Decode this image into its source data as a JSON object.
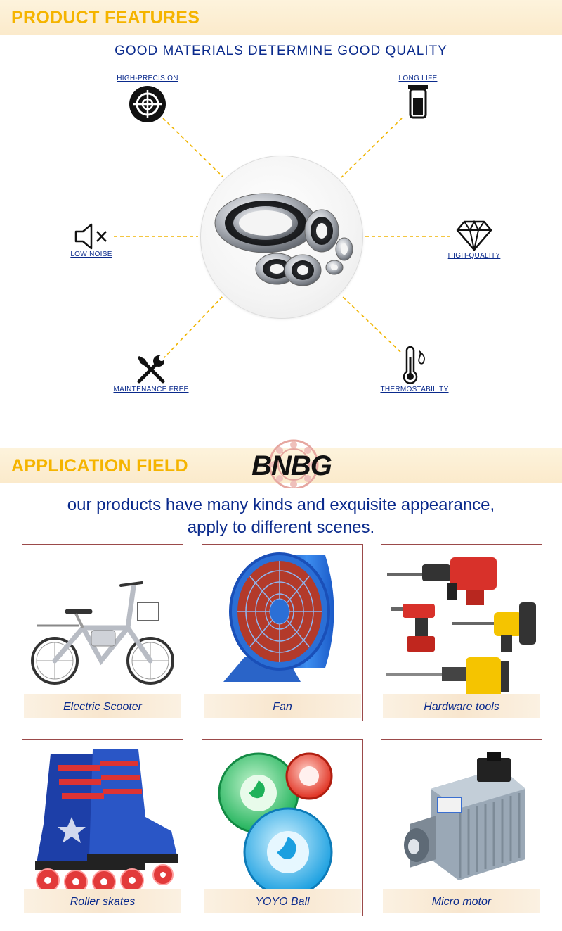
{
  "features_section": {
    "title": "PRODUCT FEATURES",
    "subtitle": "GOOD MATERIALS DETERMINE GOOD QUALITY",
    "features": [
      {
        "label": "HIGH-PRECISION",
        "icon": "crosshair-icon"
      },
      {
        "label": "LONG LIFE",
        "icon": "battery-icon"
      },
      {
        "label": "LOW NOISE",
        "icon": "mute-speaker-icon"
      },
      {
        "label": "HIGH-QUALITY",
        "icon": "diamond-icon"
      },
      {
        "label": "MAINTENANCE FREE",
        "icon": "wrench-screwdriver-icon"
      },
      {
        "label": "THERMOSTABILITY",
        "icon": "thermometer-icon"
      }
    ],
    "center_image": "ball-bearings-image",
    "colors": {
      "accent": "#f5b400",
      "text": "#0a2a8c",
      "connector": "#f0b400"
    }
  },
  "application_section": {
    "title": "APPLICATION FIELD",
    "logo_text": "BNBG",
    "intro_line1": "our products have many kinds and exquisite appearance,",
    "intro_line2": "apply to different scenes.",
    "cards": [
      {
        "caption": "Electric Scooter",
        "image": "bicycle-image"
      },
      {
        "caption": "Fan",
        "image": "axial-fan-image"
      },
      {
        "caption": "Hardware tools",
        "image": "power-tools-image"
      },
      {
        "caption": "Roller skates",
        "image": "roller-skates-image"
      },
      {
        "caption": "YOYO Ball",
        "image": "yoyo-image"
      },
      {
        "caption": "Micro motor",
        "image": "spindle-motor-image"
      }
    ]
  }
}
